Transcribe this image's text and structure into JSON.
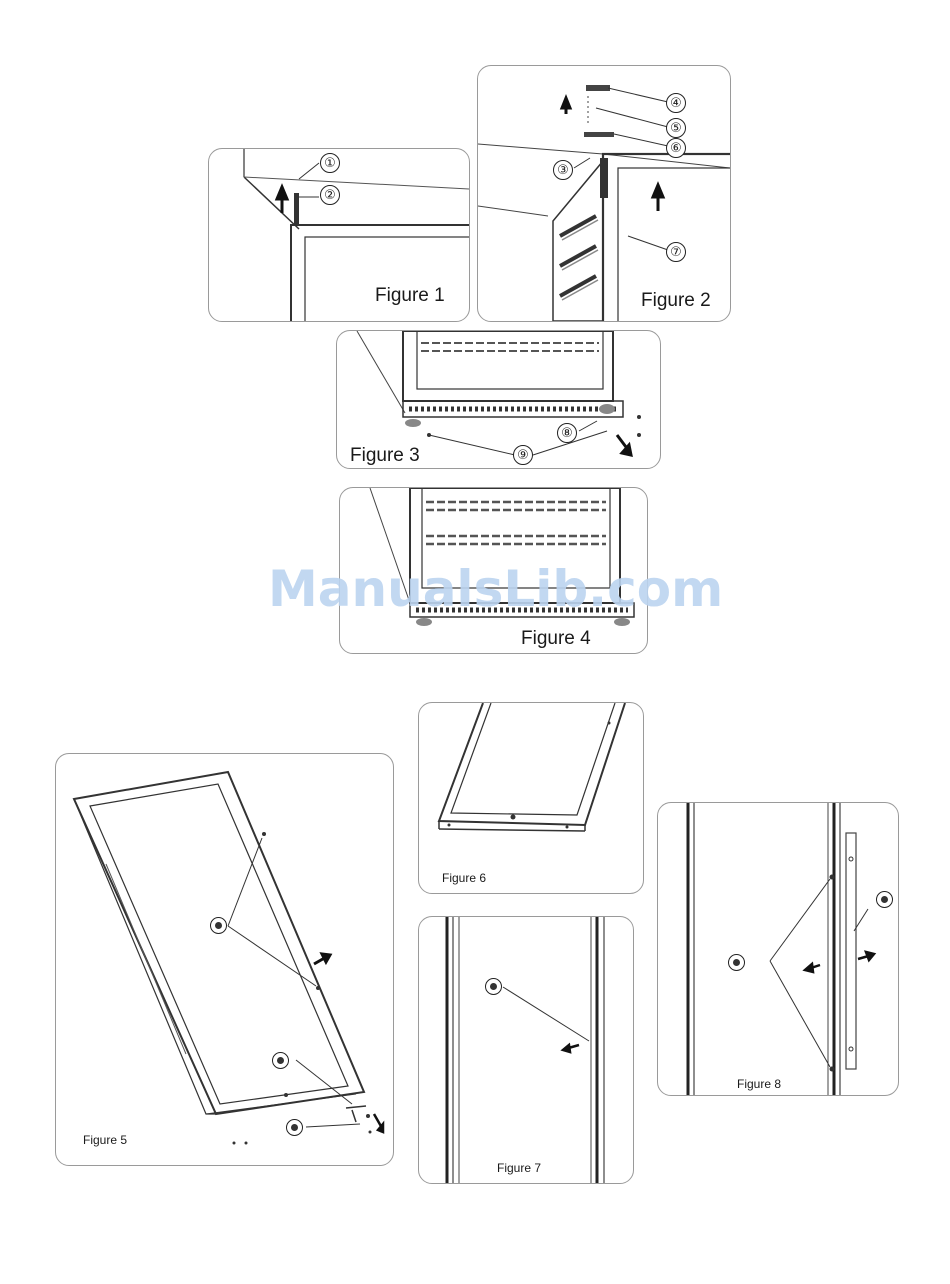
{
  "watermark": "ManualsLib.com",
  "figures": {
    "fig1": {
      "caption": "Figure 1",
      "callouts": [
        "①",
        "②"
      ]
    },
    "fig2": {
      "caption": "Figure 2",
      "callouts": [
        "③",
        "④",
        "⑤",
        "⑥",
        "⑦"
      ]
    },
    "fig3": {
      "caption": "Figure 3",
      "callouts": [
        "⑧",
        "⑨"
      ]
    },
    "fig4": {
      "caption": "Figure 4"
    },
    "fig5": {
      "caption": "Figure 5"
    },
    "fig6": {
      "caption": "Figure 6"
    },
    "fig7": {
      "caption": "Figure 7"
    },
    "fig8": {
      "caption": "Figure 8"
    }
  },
  "colors": {
    "line": "#222222",
    "frame": "#9a9a9a",
    "watermark": "#bcd4f0"
  }
}
